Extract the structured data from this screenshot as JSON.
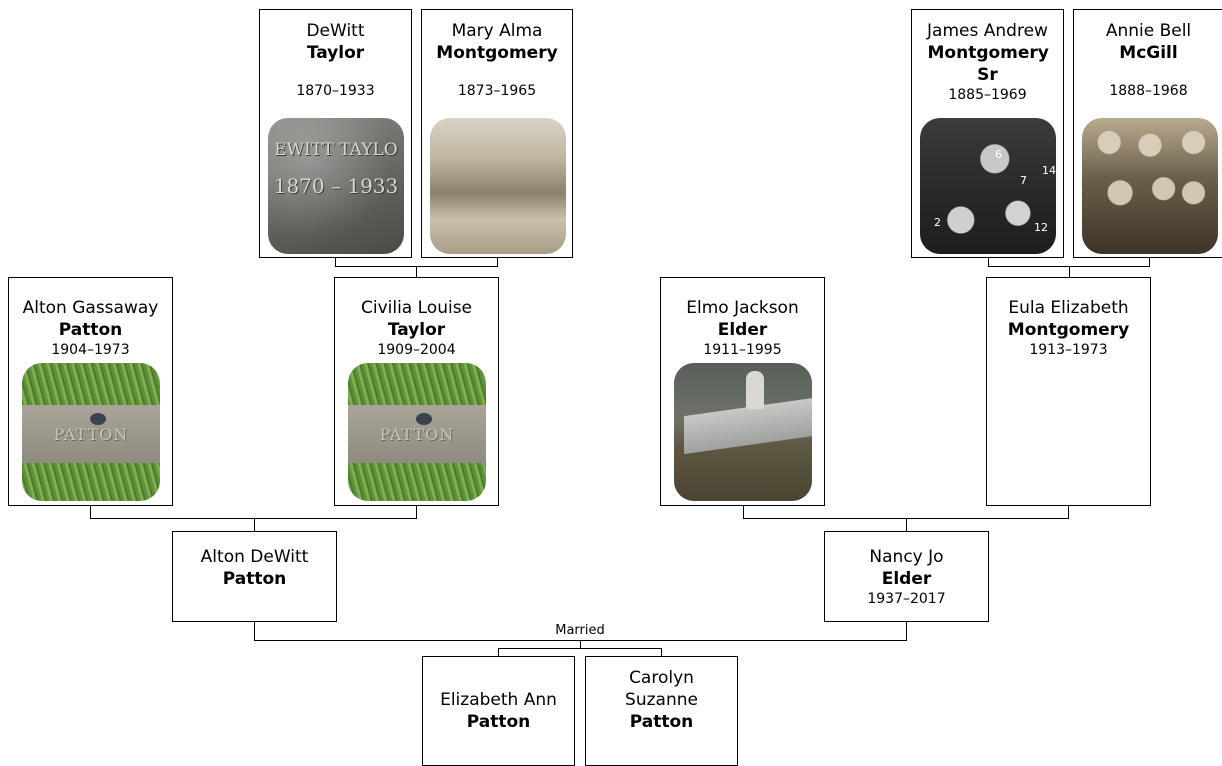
{
  "people": {
    "dewitt_taylor": {
      "first": "DeWitt",
      "last": "Taylor",
      "dates": "1870–1933",
      "photo": "gravestone"
    },
    "mary_alma_montgomery": {
      "first": "Mary Alma",
      "last": "Montgomery",
      "dates": "1873–1965",
      "photo": "sepia-group-photo"
    },
    "james_andrew_montgomery": {
      "first": "James Andrew",
      "last": "Montgomery Sr",
      "dates": "1885–1969",
      "photo": "bw-family-photo"
    },
    "annie_bell_mcgill": {
      "first": "Annie Bell",
      "last": "McGill",
      "dates": "1888–1968",
      "photo": "family-portrait"
    },
    "alton_gassaway_patton": {
      "first": "Alton Gassaway",
      "last": "Patton",
      "dates": "1904–1973",
      "photo": "grave-marker"
    },
    "civilia_louise_taylor": {
      "first": "Civilia Louise",
      "last": "Taylor",
      "dates": "1909–2004",
      "photo": "grave-marker"
    },
    "elmo_jackson_elder": {
      "first": "Elmo Jackson",
      "last": "Elder",
      "dates": "1911–1995",
      "photo": "headstone"
    },
    "eula_elizabeth_montgomery": {
      "first": "Eula Elizabeth",
      "last": "Montgomery",
      "dates": "1913–1973"
    },
    "alton_dewitt_patton": {
      "first": "Alton DeWitt",
      "last": "Patton"
    },
    "nancy_jo_elder": {
      "first": "Nancy Jo",
      "last": "Elder",
      "dates": "1937–2017"
    },
    "elizabeth_ann_patton": {
      "first": "Elizabeth Ann",
      "last": "Patton"
    },
    "carolyn_suzanne_patton": {
      "first": "Carolyn Suzanne",
      "last": "Patton"
    }
  },
  "photo_text": {
    "dewitt_stone_line1": "EWITT TAYLO",
    "dewitt_stone_line2": "1870 – 1933",
    "patton_marker": "PATTON",
    "bw_numbers": [
      "6",
      "7",
      "14",
      "2",
      "12"
    ]
  },
  "marriage_label": "Married"
}
